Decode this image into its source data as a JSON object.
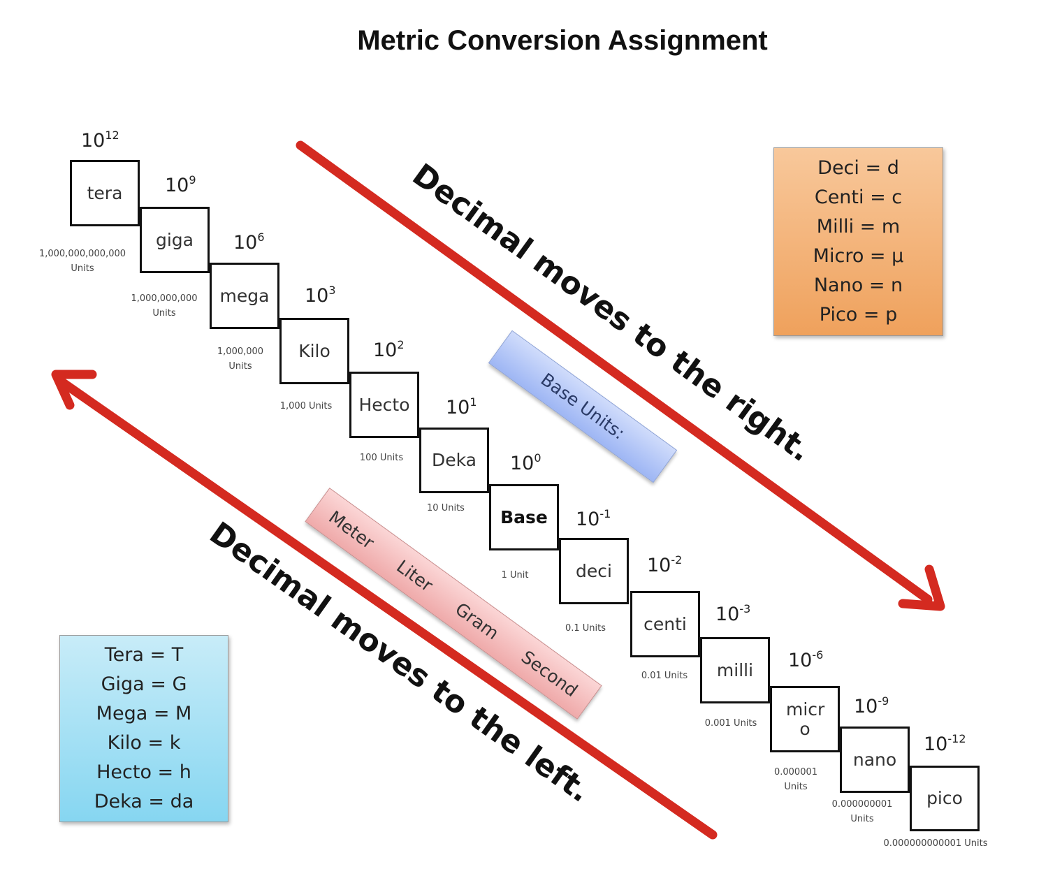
{
  "title": "Metric Conversion Assignment",
  "steps": [
    {
      "name": "tera",
      "power_base": "10",
      "power_exp": "12",
      "units_line1": "1,000,000,000,000",
      "units_line2": "Units"
    },
    {
      "name": "giga",
      "power_base": "10",
      "power_exp": "9",
      "units_line1": "1,000,000,000",
      "units_line2": "Units"
    },
    {
      "name": "mega",
      "power_base": "10",
      "power_exp": "6",
      "units_line1": "1,000,000",
      "units_line2": "Units"
    },
    {
      "name": "Kilo",
      "power_base": "10",
      "power_exp": "3",
      "units_line1": "1,000 Units",
      "units_line2": ""
    },
    {
      "name": "Hecto",
      "power_base": "10",
      "power_exp": "2",
      "units_line1": "100 Units",
      "units_line2": ""
    },
    {
      "name": "Deka",
      "power_base": "10",
      "power_exp": "1",
      "units_line1": "10 Units",
      "units_line2": ""
    },
    {
      "name": "Base",
      "power_base": "10",
      "power_exp": "0",
      "units_line1": "1 Unit",
      "units_line2": ""
    },
    {
      "name": "deci",
      "power_base": "10",
      "power_exp": "-1",
      "units_line1": "0.1 Units",
      "units_line2": ""
    },
    {
      "name": "centi",
      "power_base": "10",
      "power_exp": "-2",
      "units_line1": "0.01 Units",
      "units_line2": ""
    },
    {
      "name": "milli",
      "power_base": "10",
      "power_exp": "-3",
      "units_line1": "0.001 Units",
      "units_line2": ""
    },
    {
      "name": "micr o",
      "power_base": "10",
      "power_exp": "-6",
      "units_line1": "0.000001",
      "units_line2": "Units"
    },
    {
      "name": "nano",
      "power_base": "10",
      "power_exp": "-9",
      "units_line1": "0.000000001",
      "units_line2": "Units"
    },
    {
      "name": "pico",
      "power_base": "10",
      "power_exp": "-12",
      "units_line1": "0.000000000001 Units",
      "units_line2": ""
    }
  ],
  "right_legend": [
    "Deci = d",
    "Centi = c",
    "Milli = m",
    "Micro = µ",
    "Nano = n",
    "Pico = p"
  ],
  "left_legend": [
    "Tera = T",
    "Giga = G",
    "Mega = M",
    "Kilo = k",
    "Hecto = h",
    "Deka = da"
  ],
  "arrow_right_label": "Decimal moves to the right.",
  "arrow_left_label": "Decimal moves to the left.",
  "base_units_label": "Base Units:",
  "base_unit_names": [
    "Meter",
    "Liter",
    "Gram",
    "Second"
  ],
  "colors": {
    "arrow": "#d42a20",
    "right_legend": "#f4b47a",
    "left_legend": "#a8e0f4",
    "base_units": "#b8c9f7",
    "unit_names": "#f5bdbd"
  }
}
